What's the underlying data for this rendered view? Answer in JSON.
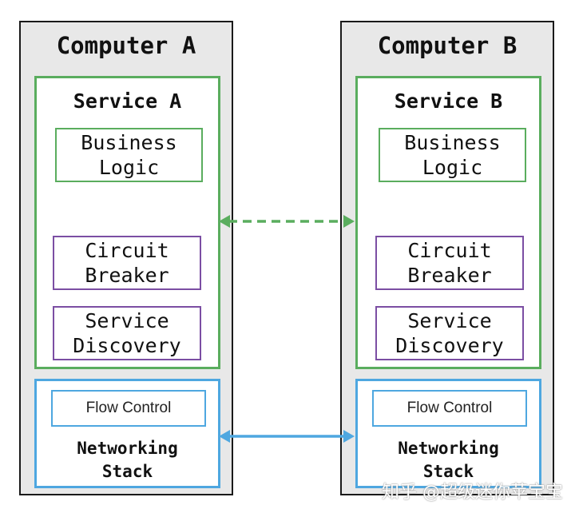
{
  "computers": [
    {
      "title": "Computer A",
      "service": "Service A",
      "business_logic": [
        "Business",
        "Logic"
      ],
      "circuit_breaker": [
        "Circuit",
        "Breaker"
      ],
      "service_discovery": [
        "Service",
        "Discovery"
      ],
      "flow_control": "Flow Control",
      "networking_stack": [
        "Networking",
        "Stack"
      ]
    },
    {
      "title": "Computer B",
      "service": "Service B",
      "business_logic": [
        "Business",
        "Logic"
      ],
      "circuit_breaker": [
        "Circuit",
        "Breaker"
      ],
      "service_discovery": [
        "Service",
        "Discovery"
      ],
      "flow_control": "Flow Control",
      "networking_stack": [
        "Networking",
        "Stack"
      ]
    }
  ],
  "colors": {
    "service_border": "#5aad5e",
    "component_border": "#7b4ea3",
    "network_border": "#4ea7e0",
    "computer_bg": "#e8e8e8"
  },
  "connections": [
    {
      "from": "service-a",
      "to": "service-b",
      "style": "dashed",
      "color": "#5aad5e"
    },
    {
      "from": "networking-stack-a",
      "to": "networking-stack-b",
      "style": "solid",
      "color": "#4ea7e0"
    }
  ],
  "watermark": "知乎 @超级迷你苹宝宝"
}
